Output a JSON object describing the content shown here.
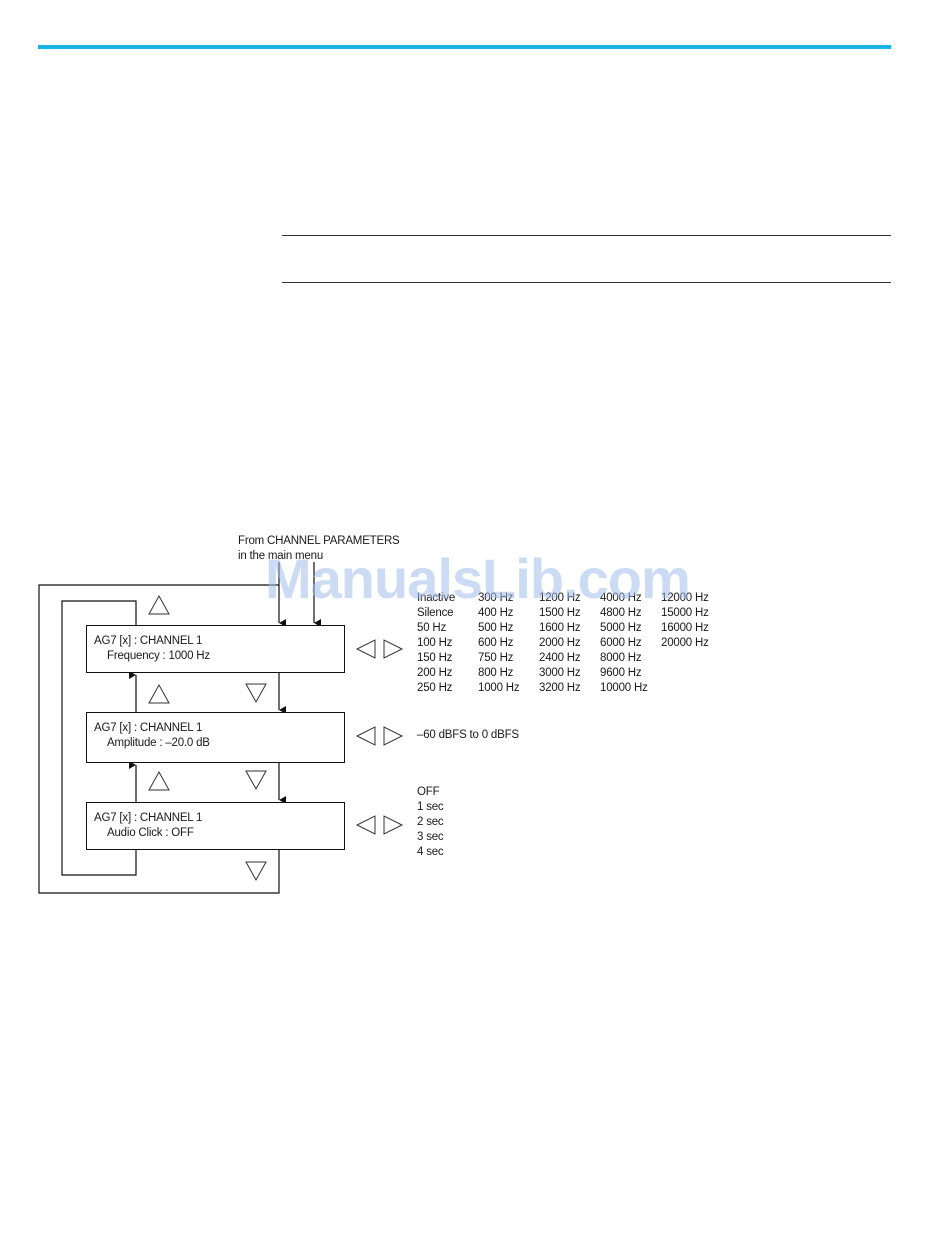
{
  "watermark": "ManualsLib.com",
  "source_label": {
    "line1": "From CHANNEL PARAMETERS",
    "line2": "in the main menu"
  },
  "menus": [
    {
      "line1": "AG7 [x] : CHANNEL 1",
      "line2": "Frequency : 1000 Hz"
    },
    {
      "line1": "AG7 [x] : CHANNEL 1",
      "line2": "Amplitude : –20.0 dB"
    },
    {
      "line1": "AG7 [x] : CHANNEL 1",
      "line2": "Audio Click : OFF"
    }
  ],
  "frequency_options": [
    [
      "Inactive",
      "Silence",
      "50 Hz",
      "100 Hz",
      "150 Hz",
      "200 Hz",
      "250 Hz"
    ],
    [
      "300 Hz",
      "400 Hz",
      "500 Hz",
      "600 Hz",
      "750 Hz",
      "800 Hz",
      "1000 Hz"
    ],
    [
      "1200 Hz",
      "1500 Hz",
      "1600 Hz",
      "2000 Hz",
      "2400 Hz",
      "3000 Hz",
      "3200 Hz"
    ],
    [
      "4000 Hz",
      "4800 Hz",
      "5000 Hz",
      "6000 Hz",
      "8000 Hz",
      "9600 Hz",
      "10000 Hz"
    ],
    [
      "12000 Hz",
      "15000 Hz",
      "16000 Hz",
      "20000 Hz"
    ]
  ],
  "amplitude_range": "–60 dBFS to 0 dBFS",
  "audio_click_options": [
    "OFF",
    "1 sec",
    "2 sec",
    "3 sec",
    "4 sec"
  ],
  "colors": {
    "accent_rule": "#1ab3e6",
    "line": "#111111"
  }
}
